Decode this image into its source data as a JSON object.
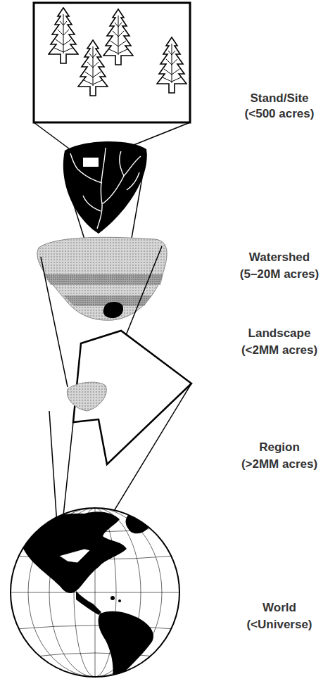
{
  "diagram": {
    "labels": [
      "Stand/Site",
      "(<500 acres)",
      "Watershed",
      "(5–20M acres)",
      "Landscape",
      "(<2MM acres)",
      "Region",
      "(>2MM acres)",
      "World",
      "(<Universe)"
    ]
  }
}
